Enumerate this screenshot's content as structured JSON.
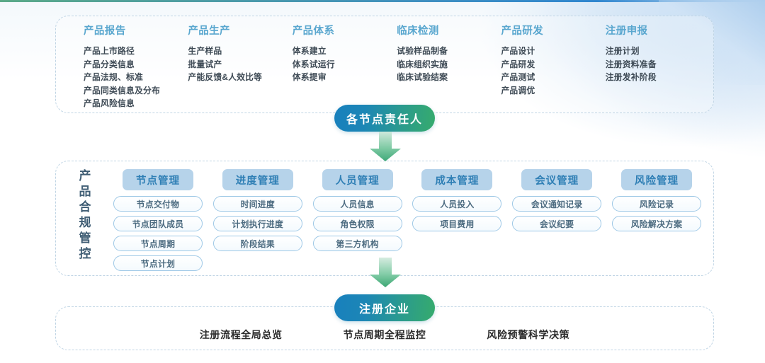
{
  "theme": {
    "heading_color": "#5aa7cf",
    "card_header_bg": "#b6d3ea",
    "card_header_text": "#2f7fb5",
    "pill_border": "#9ec8e6",
    "gradient_pill_from": "#1880bd",
    "gradient_pill_to": "#36ab6d",
    "arrow_color": "#5cbf92"
  },
  "top_matrix": {
    "columns": [
      {
        "title": "产品报告",
        "items": [
          "产品上市路径",
          "产品分类信息",
          "产品法规、标准",
          "产品同类信息及分布",
          "产品风险信息"
        ]
      },
      {
        "title": "产品生产",
        "items": [
          "生产样品",
          "批量试产",
          "产能反馈&人效比等"
        ]
      },
      {
        "title": "产品体系",
        "items": [
          "体系建立",
          "体系试运行",
          "体系提审"
        ]
      },
      {
        "title": "临床检测",
        "items": [
          "试验样品制备",
          "临床组织实施",
          "临床试验结案"
        ]
      },
      {
        "title": "产品研发",
        "items": [
          "产品设计",
          "产品研发",
          "产品测试",
          "产品调优"
        ]
      },
      {
        "title": "注册申报",
        "items": [
          "注册计划",
          "注册资料准备",
          "注册发补阶段"
        ]
      }
    ]
  },
  "owner_pill": {
    "label": "各节点责任人"
  },
  "middle": {
    "vertical_label": "产品合规管控",
    "cards": [
      {
        "title": "节点管理",
        "items": [
          "节点交付物",
          "节点团队成员",
          "节点周期",
          "节点计划"
        ]
      },
      {
        "title": "进度管理",
        "items": [
          "时间进度",
          "计划执行进度",
          "阶段结果"
        ]
      },
      {
        "title": "人员管理",
        "items": [
          "人员信息",
          "角色权限",
          "第三方机构"
        ]
      },
      {
        "title": "成本管理",
        "items": [
          "人员投入",
          "项目费用"
        ]
      },
      {
        "title": "会议管理",
        "items": [
          "会议通知记录",
          "会议纪要"
        ]
      },
      {
        "title": "风险管理",
        "items": [
          "风险记录",
          "风险解决方案"
        ]
      }
    ]
  },
  "enterprise_pill": {
    "label": "注册企业"
  },
  "footer": {
    "items": [
      "注册流程全局总览",
      "节点周期全程监控",
      "风险预警科学决策"
    ]
  }
}
